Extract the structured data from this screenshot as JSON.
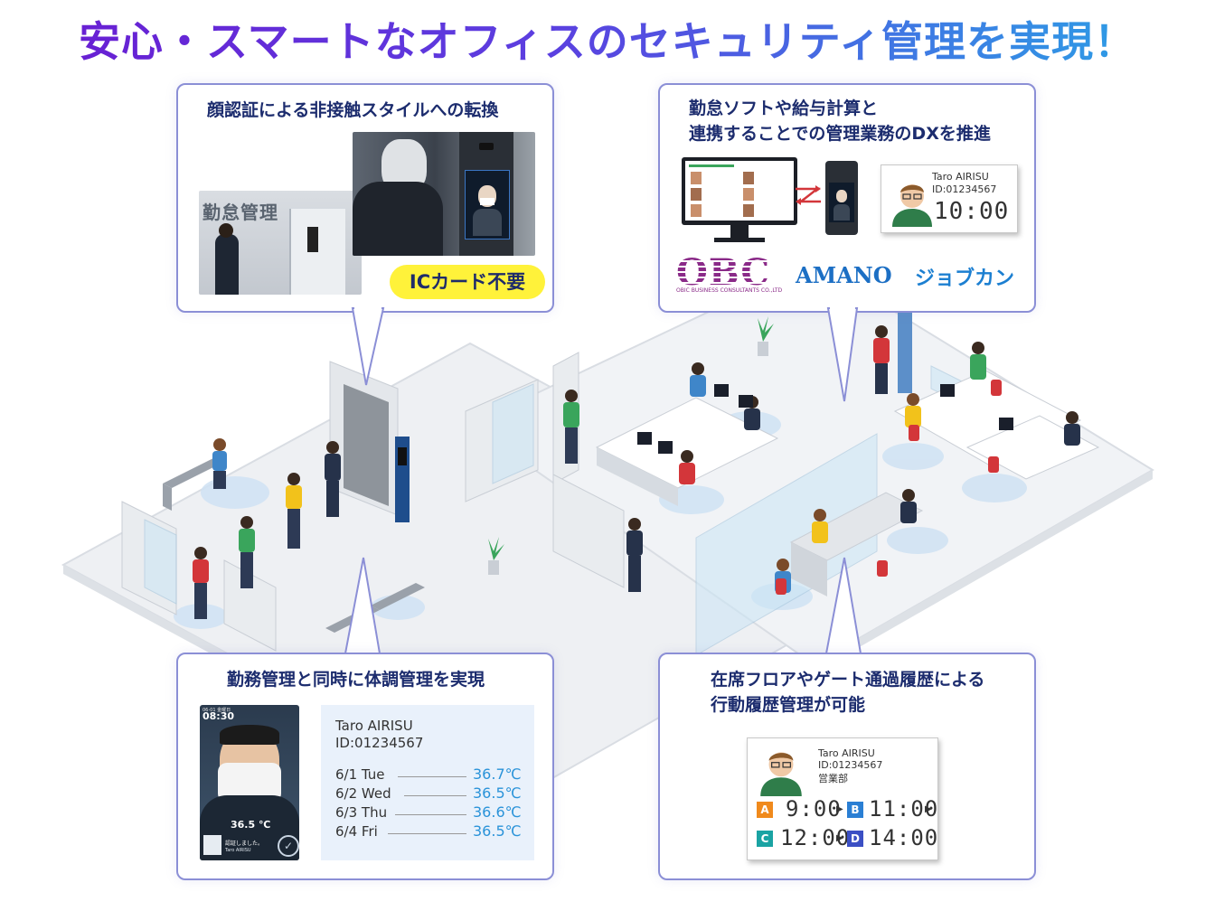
{
  "title": "安心・スマートなオフィスのセキュリティ管理を実現！",
  "panels": {
    "face": {
      "title": "顔認証による非接触スタイルへの転換",
      "photo_sign": "勤怠管理",
      "badge": "ICカード不要"
    },
    "dx": {
      "title_line1": "勤怠ソフトや給与計算と",
      "title_line2": "連携することでの管理業務のDXを推進",
      "card_name": "Taro AIRISU",
      "card_id": "ID:01234567",
      "card_time": "10:00",
      "logos": {
        "obc": "OBC",
        "obc_sub": "OBIC BUSINESS CONSULTANTS CO.,LTD",
        "amano": "AMANO",
        "jobcan": "ジョブカン"
      }
    },
    "health": {
      "title": "勤務管理と同時に体調管理を実現",
      "device_time": "08:30",
      "device_date": "06-01 金曜日",
      "device_temp": "36.5 ℃",
      "device_msg": "認証しました。",
      "device_name": "Taro AIRISU",
      "name": "Taro AIRISU",
      "id": "ID:01234567",
      "rows": [
        {
          "date": "6/1 Tue",
          "temp": "36.7℃"
        },
        {
          "date": "6/2 Wed",
          "temp": "36.5℃"
        },
        {
          "date": "6/3 Thu",
          "temp": "36.6℃"
        },
        {
          "date": "6/4 Fri",
          "temp": "36.5℃"
        }
      ]
    },
    "history": {
      "title_line1": "在席フロアやゲート通過履歴による",
      "title_line2": "行動履歴管理が可能",
      "name": "Taro AIRISU",
      "id": "ID:01234567",
      "dept": "営業部",
      "entries": [
        {
          "gate": "A",
          "time": "9:00",
          "color": "#f08a1c"
        },
        {
          "gate": "B",
          "time": "11:00",
          "color": "#2a7fd4"
        },
        {
          "gate": "C",
          "time": "12:00",
          "color": "#1aa3a3"
        },
        {
          "gate": "D",
          "time": "14:00",
          "color": "#3b4fc4"
        }
      ]
    }
  },
  "colors": {
    "callout_border": "#8b8fd6",
    "callout_title": "#1c2c6e",
    "temp_value": "#2a93d9",
    "floor": "#eef0f3",
    "zone": "#cfe2f3"
  }
}
